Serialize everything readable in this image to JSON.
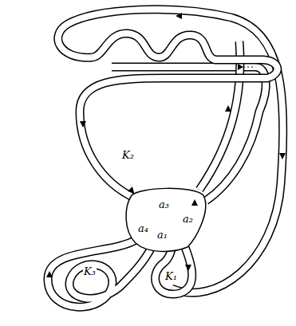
{
  "diagram": {
    "labels": [
      "K₂",
      "a₃",
      "a₂",
      "a₄",
      "a₁",
      "K₃",
      "K₁"
    ]
  }
}
